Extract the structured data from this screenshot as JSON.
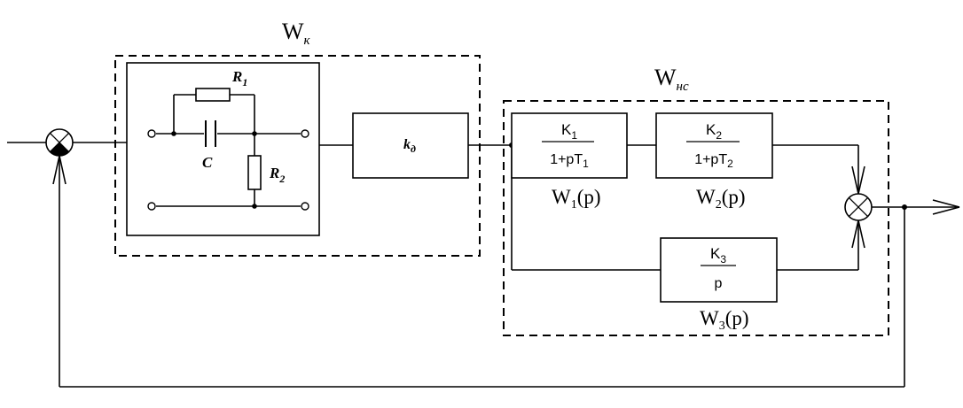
{
  "wk_label": {
    "main": "W",
    "sub": "к"
  },
  "wnc_label": {
    "main": "W",
    "sub": "нс"
  },
  "network": {
    "r1": {
      "main": "R",
      "sub": "1"
    },
    "r2": {
      "main": "R",
      "sub": "2"
    },
    "c": "C"
  },
  "kd_block": {
    "main": "k",
    "sub": "д"
  },
  "block1": {
    "num_main": "K",
    "num_sub": "1",
    "den_main": "1+pT",
    "den_sub": "1",
    "caption_main": "W",
    "caption_sub": "1",
    "caption_tail": "(p)"
  },
  "block2": {
    "num_main": "K",
    "num_sub": "2",
    "den_main": "1+pT",
    "den_sub": "2",
    "caption_main": "W",
    "caption_sub": "2",
    "caption_tail": "(p)"
  },
  "block3": {
    "num_main": "K",
    "num_sub": "3",
    "den": "p",
    "caption_main": "W",
    "caption_sub": "3",
    "caption_tail": "(p)"
  }
}
